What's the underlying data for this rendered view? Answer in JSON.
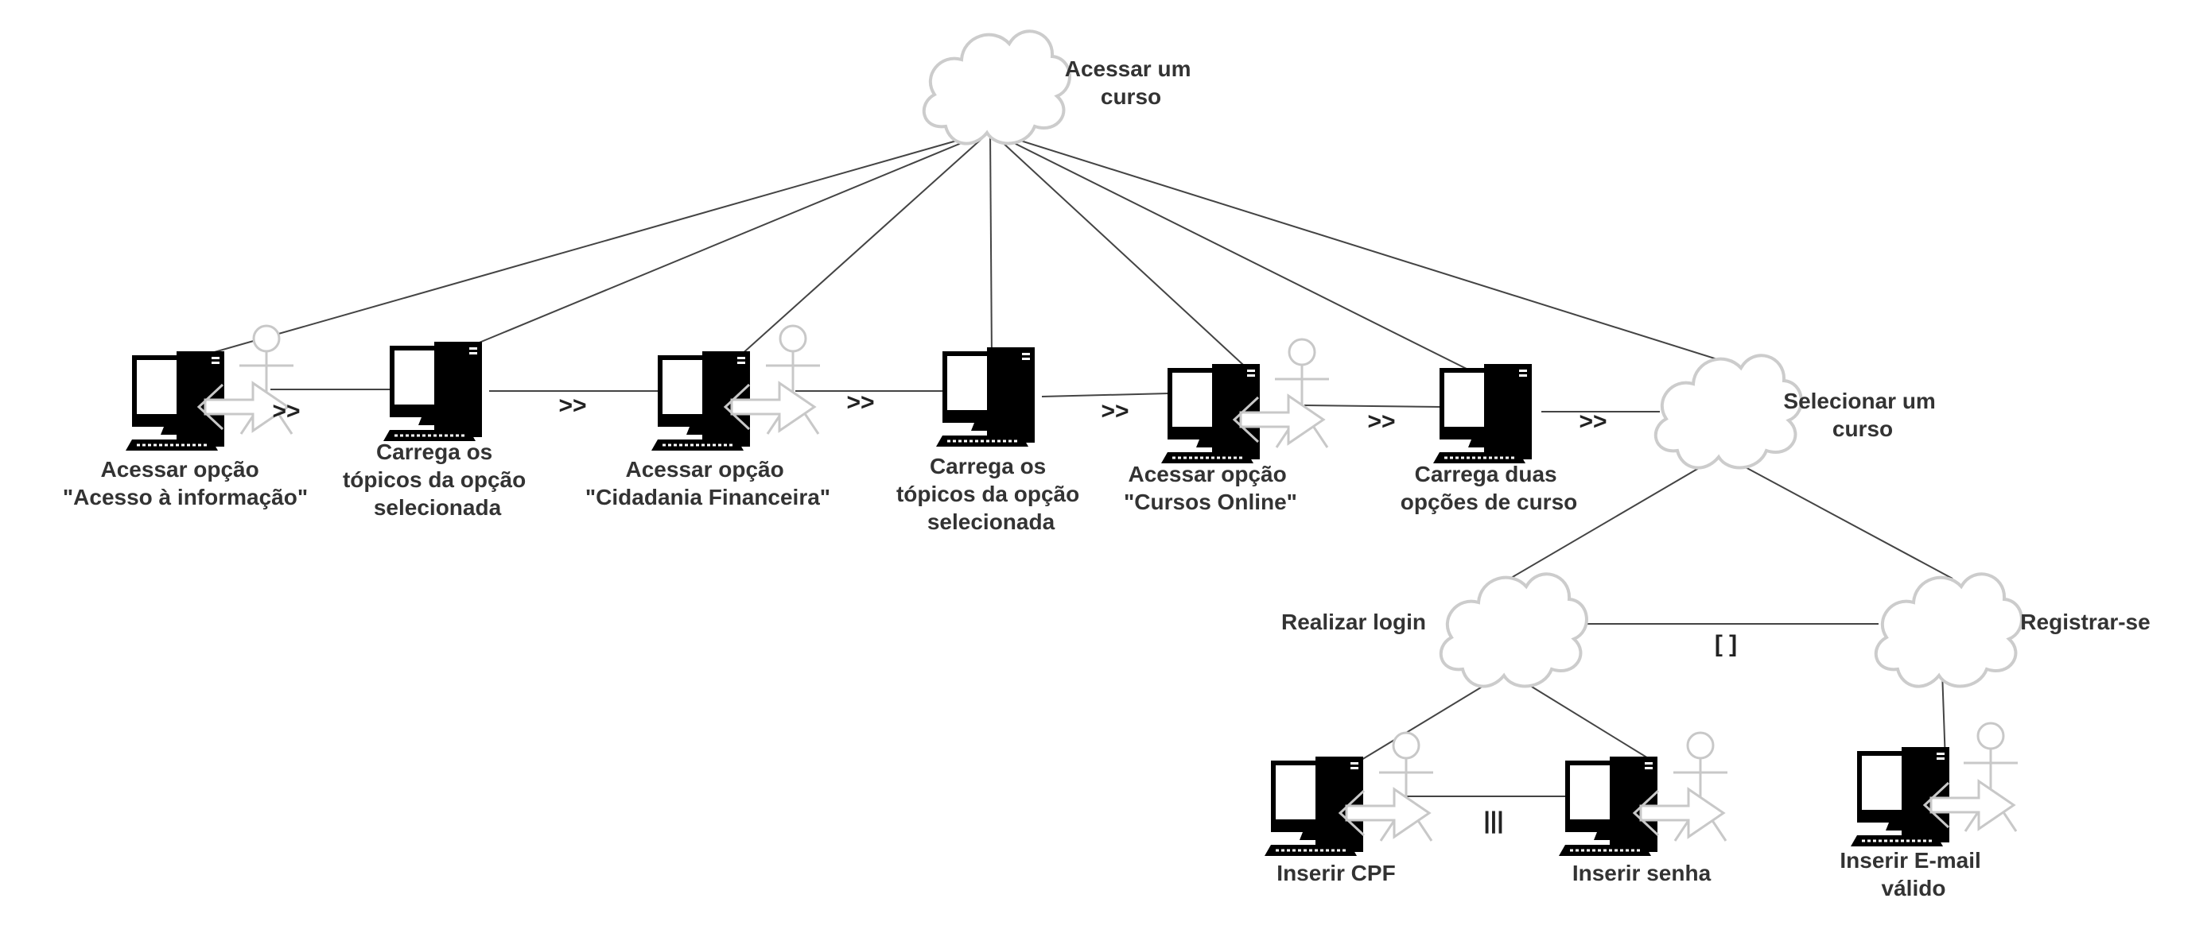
{
  "goals": {
    "root": [
      "Acessar um",
      "curso"
    ],
    "select": [
      "Selecionar um",
      "curso"
    ],
    "login": [
      "Realizar login"
    ],
    "register": [
      "Registrar-se"
    ]
  },
  "tasks": {
    "t1": [
      "Acessar opção",
      "\"Acesso à informação\""
    ],
    "t2": [
      "Carrega os",
      "tópicos da opção",
      "selecionada"
    ],
    "t3": [
      "Acessar opção",
      "\"Cidadania Financeira\""
    ],
    "t4": [
      "Carrega os",
      "tópicos da opção",
      "selecionada"
    ],
    "t5": [
      "Acessar opção",
      "\"Cursos Online\""
    ],
    "t6": [
      "Carrega duas",
      "opções de curso"
    ],
    "t7": [
      "Inserir CPF"
    ],
    "t8": [
      "Inserir senha"
    ],
    "t9": [
      "Inserir E-mail",
      "válido"
    ]
  },
  "operators": {
    "enable": ">>",
    "choice": "[ ]",
    "concurrent": "|||"
  }
}
